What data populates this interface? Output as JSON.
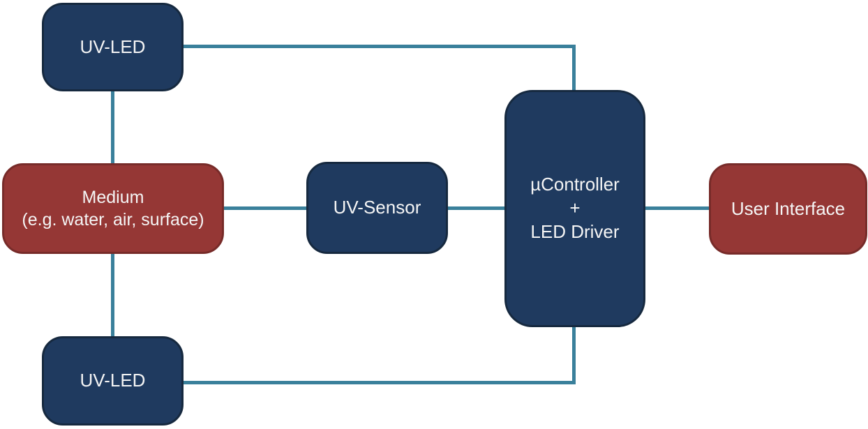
{
  "diagram": {
    "type": "block-diagram",
    "nodes": {
      "uv_led_top": {
        "label": "UV-LED"
      },
      "medium": {
        "line1": "Medium",
        "line2": "(e.g. water, air, surface)"
      },
      "uv_sensor": {
        "label": "UV-Sensor"
      },
      "controller": {
        "line1": "µController",
        "line2": "+",
        "line3": "LED Driver"
      },
      "user_interface": {
        "label": "User Interface"
      },
      "uv_led_bottom": {
        "label": "UV-LED"
      }
    },
    "connections": [
      {
        "from": "uv_led_top",
        "to": "controller",
        "route": "right-then-down"
      },
      {
        "from": "uv_led_top",
        "to": "medium",
        "route": "vertical"
      },
      {
        "from": "medium",
        "to": "uv_sensor",
        "route": "horizontal"
      },
      {
        "from": "uv_sensor",
        "to": "controller",
        "route": "horizontal"
      },
      {
        "from": "controller",
        "to": "user_interface",
        "route": "horizontal"
      },
      {
        "from": "medium",
        "to": "uv_led_bottom",
        "route": "vertical"
      },
      {
        "from": "uv_led_bottom",
        "to": "controller",
        "route": "right-then-up"
      }
    ],
    "colors": {
      "navy_fill": "#1F3A5F",
      "navy_border": "#16293F",
      "red_fill": "#953735",
      "red_border": "#772B29",
      "connector": "#3A809B",
      "text": "#F5F5F5",
      "background": "#FFFFFF"
    }
  }
}
